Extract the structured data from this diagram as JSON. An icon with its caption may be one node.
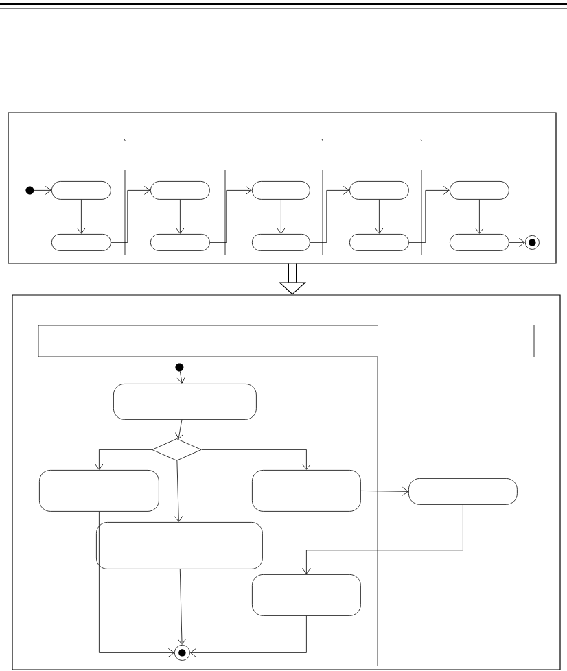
{
  "diagram": {
    "nodes": [
      {
        "text": [],
        "shape": "box"
      },
      {
        "text": [],
        "shape": "dot",
        "in": 0
      },
      {
        "text": [],
        "shape": "box",
        "in": 0
      },
      {
        "text": [],
        "shape": "box",
        "in": 0
      },
      {
        "text": [],
        "shape": "box",
        "in": 0
      },
      {
        "text": [],
        "shape": "box",
        "in": 0
      },
      {
        "text": [],
        "shape": "box",
        "in": 0
      },
      {
        "text": [],
        "shape": "box",
        "in": 0
      },
      {
        "text": [],
        "shape": "box",
        "in": 0
      },
      {
        "text": [],
        "shape": "box",
        "in": 0
      },
      {
        "text": [],
        "shape": "box",
        "in": 0
      },
      {
        "text": [],
        "shape": "box",
        "in": 0
      },
      {
        "text": [],
        "shape": "bullseye",
        "in": 0
      },
      {
        "text": [],
        "shape": "box"
      },
      {
        "text": [],
        "shape": "dot",
        "in": 13
      },
      {
        "text": [],
        "shape": "box",
        "in": 13
      },
      {
        "text": [],
        "shape": "diamond",
        "in": 13
      },
      {
        "text": [],
        "shape": "box",
        "in": 13
      },
      {
        "text": [],
        "shape": "box",
        "in": 13
      },
      {
        "text": [],
        "shape": "box",
        "in": 13
      },
      {
        "text": [],
        "shape": "box",
        "in": 13
      },
      {
        "text": [],
        "shape": "box",
        "in": 13
      },
      {
        "text": [],
        "shape": "bullseye",
        "in": 13
      }
    ],
    "edges": [
      {
        "from": 1,
        "to": 2,
        "arrow": "to"
      },
      {
        "from": 2,
        "to": 7,
        "arrow": "to"
      },
      {
        "from": 7,
        "to": 3,
        "arrow": "to"
      },
      {
        "from": 3,
        "to": 8,
        "arrow": "to"
      },
      {
        "from": 8,
        "to": 4,
        "arrow": "to"
      },
      {
        "from": 4,
        "to": 9,
        "arrow": "to"
      },
      {
        "from": 9,
        "to": 5,
        "arrow": "to"
      },
      {
        "from": 5,
        "to": 10,
        "arrow": "to"
      },
      {
        "from": 10,
        "to": 6,
        "arrow": "to"
      },
      {
        "from": 6,
        "to": 11,
        "arrow": "to"
      },
      {
        "from": 11,
        "to": 12,
        "arrow": "to"
      },
      {
        "from": 0,
        "to": 13,
        "arrow": "to",
        "style": "thick"
      },
      {
        "from": 14,
        "to": 15,
        "arrow": "to"
      },
      {
        "from": 15,
        "to": 16,
        "arrow": "to"
      },
      {
        "from": 16,
        "to": 17,
        "arrow": "to"
      },
      {
        "from": 16,
        "to": 20,
        "arrow": "to"
      },
      {
        "from": 16,
        "to": 18,
        "arrow": "to"
      },
      {
        "from": 18,
        "to": 19,
        "arrow": "to"
      },
      {
        "from": 19,
        "to": 21,
        "arrow": "to"
      },
      {
        "from": 17,
        "to": 22,
        "arrow": "to"
      },
      {
        "from": 20,
        "to": 22,
        "arrow": "to"
      },
      {
        "from": 21,
        "to": 22,
        "arrow": "to"
      }
    ]
  }
}
